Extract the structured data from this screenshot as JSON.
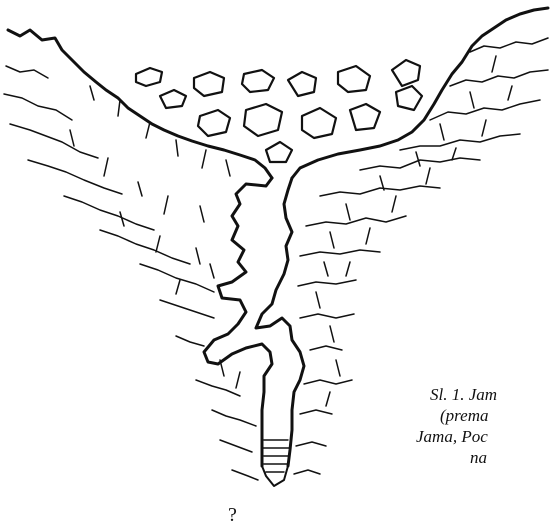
{
  "caption": {
    "line1": "Sl. 1. Jam",
    "line2": "(prema",
    "line3": "Jama, Poc",
    "line4": "na"
  },
  "bottom_mark": "?"
}
